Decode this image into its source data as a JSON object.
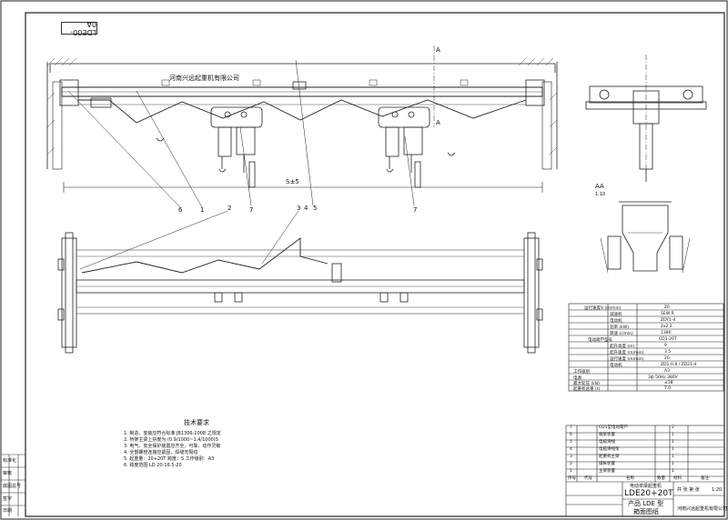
{
  "drawing": {
    "drawing_code": "LDE00-0A",
    "company_banner": "河南兴远起重机有限公司",
    "view_labels": {
      "section_top": "A",
      "section_bottom": "A",
      "section_mark": "AA",
      "section_scale": "1:10"
    },
    "span_dimension": "S±5",
    "part_callouts_front": [
      "6",
      "1",
      "2",
      "3",
      "4",
      "5",
      "7"
    ],
    "part_callouts_top": [
      "2",
      "3",
      "4",
      "5"
    ]
  },
  "spec_table": {
    "rows": [
      {
        "label": "运行速度V (m/min)",
        "value": "20"
      },
      {
        "label": "减速机",
        "value": "SEW R"
      },
      {
        "label": "电动机",
        "value": "ZDY1-4"
      },
      {
        "label": "功率 (kW)",
        "value": "2x2.2"
      },
      {
        "label": "转速 (r/min)",
        "value": "1380"
      },
      {
        "label": "电动葫芦型号",
        "value": "CD1-20T"
      },
      {
        "label": "起升高度 (m)",
        "value": "9"
      },
      {
        "label": "起升速度 (m/min)",
        "value": "3.5"
      },
      {
        "label": "运行速度 (m/min)",
        "value": "20"
      },
      {
        "label": "电动机",
        "value": "ZD1-0.8 / ZD21-4"
      },
      {
        "label": "工作级别",
        "value": "A3"
      },
      {
        "label": "电源",
        "value": "3ф 50Hz 380V"
      },
      {
        "label": "最大轮压 (kN)",
        "value": "≤38"
      },
      {
        "label": "起重机总重 (t)",
        "value": "7.0"
      }
    ]
  },
  "tech_requirements": {
    "heading": "技术要求",
    "items": [
      "1. 制造、安装应符合标准 JB1306-2008 之规定",
      "2. 桥架主梁上拱度为 (0.9/1000~1.4/1000)S",
      "3. 电气、安全保护装置应齐全、可靠、动作灵敏",
      "4. 全部螺栓连接应紧固，焊缝无裂纹",
      "5. 起重量：20+20T  跨度：S  工作级别：A3",
      "6. 跨度范围 LD 20-16.5-20"
    ]
  },
  "parts_list": {
    "rows": [
      {
        "no": "7",
        "name": "CD1型电动葫芦",
        "qty": "2"
      },
      {
        "no": "6",
        "name": "端梁装置",
        "qty": "1"
      },
      {
        "no": "5",
        "name": "电缆滑线",
        "qty": "1"
      },
      {
        "no": "4",
        "name": "电缆滑线架",
        "qty": "1"
      },
      {
        "no": "3",
        "name": "起重机主梁",
        "qty": "1"
      },
      {
        "no": "2",
        "name": "操纵装置",
        "qty": "1"
      },
      {
        "no": "1",
        "name": "主梁装置",
        "qty": "1"
      }
    ],
    "header": {
      "no": "序号",
      "code": "代号",
      "name": "名称",
      "qty": "数量",
      "material": "材料",
      "remark": "备注"
    }
  },
  "title_block": {
    "product": "电动单梁起重机",
    "model": "LDE20+20T",
    "category": "产品 LDE 型",
    "drawing_name": "箱面图纸",
    "company": "河南兴远起重机有限公司",
    "sheet": "共 张  第 张",
    "scale": "1:20"
  },
  "left_strip": {
    "labels": [
      "标准化",
      "审核",
      "底图总号",
      "签字",
      "日期"
    ]
  }
}
